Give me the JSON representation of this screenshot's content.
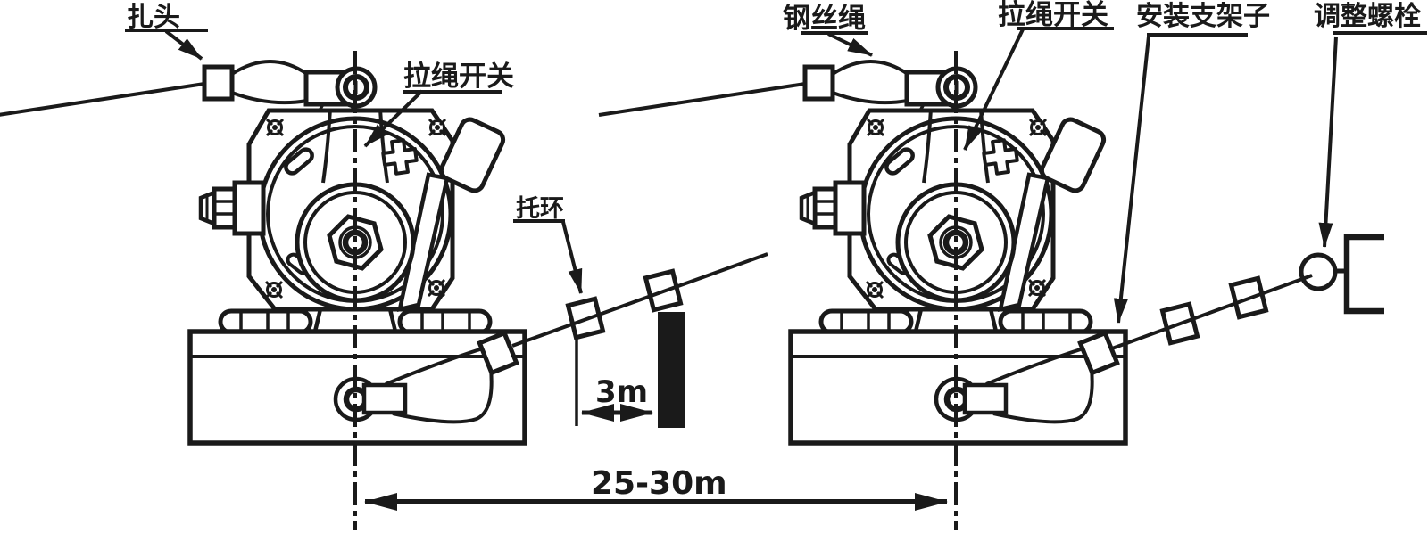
{
  "figure": {
    "type": "installation-diagram",
    "subject": "pull-cord switch wire rope installation",
    "ink_color": "#1a1a1a",
    "background_color": "#ffffff"
  },
  "labels": {
    "clamp_head": "扎头",
    "pull_cord_switch_left": "拉绳开关",
    "support_ring": "托环",
    "steel_wire_rope": "钢丝绳",
    "pull_cord_switch_right": "拉绳开关",
    "mounting_bracket": "安装支架子",
    "adjusting_bolt": "调整螺栓"
  },
  "dimensions": {
    "ring_spacing": "3m",
    "switch_spacing": "25-30m"
  }
}
